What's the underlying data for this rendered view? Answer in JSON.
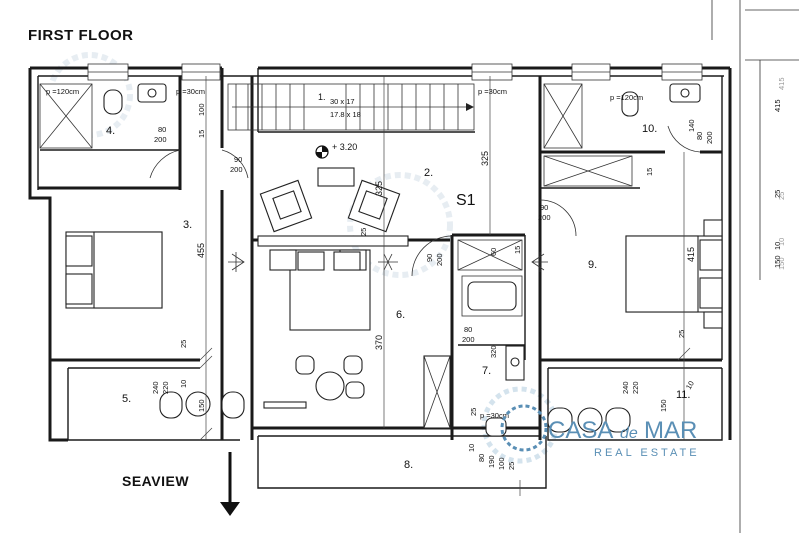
{
  "title": "FIRST FLOOR",
  "seaview_label": "SEAVIEW",
  "level_marker": "+ 3.20",
  "space_label": "S1",
  "stair_label": "1.",
  "stair_step_1": "30 x 17",
  "stair_step_2": "17.8 x 18",
  "watermark": {
    "brand_left": "CASA",
    "brand_mid": "de",
    "brand_right": "MAR",
    "tagline": "REAL ESTATE",
    "color": "#5a8fb5"
  },
  "rooms": {
    "r2": "2.",
    "r3": "3.",
    "r4": "4.",
    "r5": "5.",
    "r6": "6.",
    "r7": "7.",
    "r8": "8.",
    "r9": "9.",
    "r10": "10.",
    "r11": "11."
  },
  "windows": {
    "w_left_bath": "p =120cm",
    "w_left_small": "p =30cm",
    "w_stair": "p =30cm",
    "w_right_bath": "p =120cm",
    "w_bath7": "p =30cm"
  },
  "dims": {
    "d_100a": "100",
    "d_15a": "15",
    "d_80_200a": "80",
    "d_80_200b": "200",
    "d_90_200a": "90",
    "d_90_200b": "200",
    "d_455": "455",
    "d_325a": "325",
    "d_325b": "325",
    "d_25a": "25",
    "d_90_200c": "90",
    "d_90_200d": "200",
    "d_90_200e": "90",
    "d_90_200f": "200",
    "d_60": "60",
    "d_15b": "15",
    "d_140": "140",
    "d_15c": "15",
    "d_80_200c": "80",
    "d_80_200d": "200",
    "d_415a": "415",
    "d_415b": "415",
    "d_370": "370",
    "d_80_200e": "80",
    "d_80_200f": "200",
    "d_320": "320",
    "d_25b": "25",
    "d_25c": "25",
    "d_25d": "25",
    "d_240a": "240",
    "d_220a": "220",
    "d_10a": "10",
    "d_150a": "150",
    "d_240b": "240",
    "d_220b": "220",
    "d_10b": "10",
    "d_150b": "150",
    "d_10c": "10",
    "d_80": "80",
    "d_190": "190",
    "d_100b": "100",
    "d_25e": "25",
    "d_25f": "25",
    "d_10d": "10",
    "d_150c": "150"
  }
}
